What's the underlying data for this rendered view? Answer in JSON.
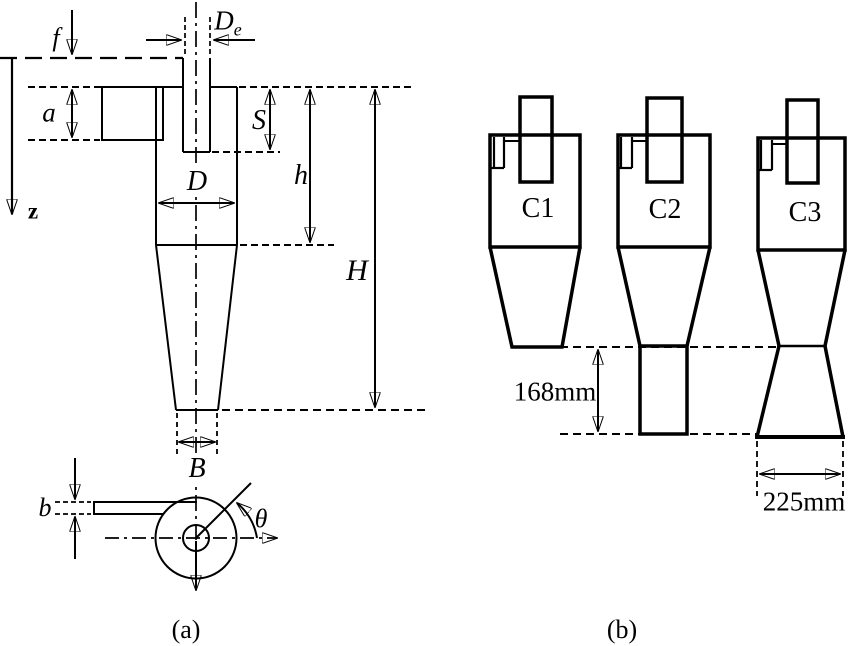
{
  "colors": {
    "ink": "#000000",
    "paper": "#ffffff"
  },
  "panel_a": {
    "caption": "(a)",
    "labels": {
      "f": "f",
      "de_base": "D",
      "de_sub": "e",
      "z_axis": "z",
      "a": "a",
      "s": "S",
      "d": "D",
      "h": "h",
      "h_total": "H",
      "b_outlet": "B",
      "b_inlet": "b",
      "theta": "θ"
    }
  },
  "panel_b": {
    "caption": "(b)",
    "cyclones": [
      {
        "label": "C1"
      },
      {
        "label": "C2"
      },
      {
        "label": "C3"
      }
    ],
    "dims": {
      "dipleg_height": "168mm",
      "base_width": "225mm"
    }
  }
}
